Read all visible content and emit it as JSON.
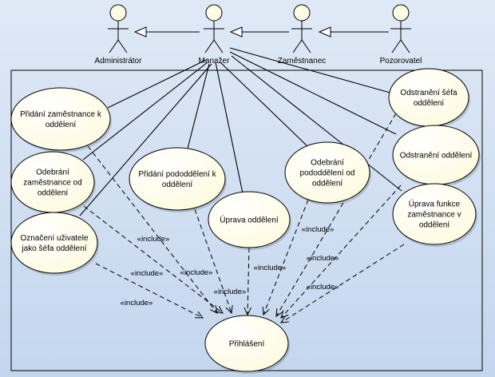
{
  "actors": [
    {
      "id": "admin",
      "name": "Administrátor"
    },
    {
      "id": "manager",
      "name": "Manažer"
    },
    {
      "id": "employee",
      "name": "Zaměstnanec"
    },
    {
      "id": "observer",
      "name": "Pozorovatel"
    }
  ],
  "generalizations": [
    {
      "from": "manager",
      "to": "admin"
    },
    {
      "from": "employee",
      "to": "manager"
    },
    {
      "from": "observer",
      "to": "employee"
    }
  ],
  "use_cases": [
    {
      "id": "uc1",
      "lines": [
        "Přidání zaměstnance k",
        "oddělení"
      ]
    },
    {
      "id": "uc2",
      "lines": [
        "Odebrání",
        "zaměstnance od",
        "oddělení"
      ]
    },
    {
      "id": "uc3",
      "lines": [
        "Označení uživatele",
        "jako šéfa oddělení"
      ]
    },
    {
      "id": "uc4",
      "lines": [
        "Přidání pododdělení k",
        "oddělení"
      ]
    },
    {
      "id": "uc5",
      "lines": [
        "Úprava oddělení"
      ]
    },
    {
      "id": "uc6",
      "lines": [
        "Odebrání",
        "pododdělení od",
        "oddělení"
      ]
    },
    {
      "id": "uc7",
      "lines": [
        "Odstranění šéfa",
        "oddělení"
      ]
    },
    {
      "id": "uc8",
      "lines": [
        "Odstranění oddělení"
      ]
    },
    {
      "id": "uc9",
      "lines": [
        "Úprava funkce",
        "zaměstnance v",
        "oddělení"
      ]
    },
    {
      "id": "login",
      "lines": [
        "Přihlášení"
      ]
    }
  ],
  "associations": [
    {
      "actor": "manager",
      "use_case": "uc1"
    },
    {
      "actor": "manager",
      "use_case": "uc2"
    },
    {
      "actor": "manager",
      "use_case": "uc3"
    },
    {
      "actor": "manager",
      "use_case": "uc4"
    },
    {
      "actor": "manager",
      "use_case": "uc5"
    },
    {
      "actor": "manager",
      "use_case": "uc6"
    },
    {
      "actor": "manager",
      "use_case": "uc7"
    },
    {
      "actor": "manager",
      "use_case": "uc8"
    },
    {
      "actor": "manager",
      "use_case": "uc9"
    }
  ],
  "include_label": "«include»",
  "includes": [
    {
      "from": "uc1",
      "to": "login"
    },
    {
      "from": "uc2",
      "to": "login"
    },
    {
      "from": "uc3",
      "to": "login"
    },
    {
      "from": "uc4",
      "to": "login"
    },
    {
      "from": "uc5",
      "to": "login"
    },
    {
      "from": "uc6",
      "to": "login"
    },
    {
      "from": "uc7",
      "to": "login"
    },
    {
      "from": "uc8",
      "to": "login"
    },
    {
      "from": "uc9",
      "to": "login"
    }
  ]
}
